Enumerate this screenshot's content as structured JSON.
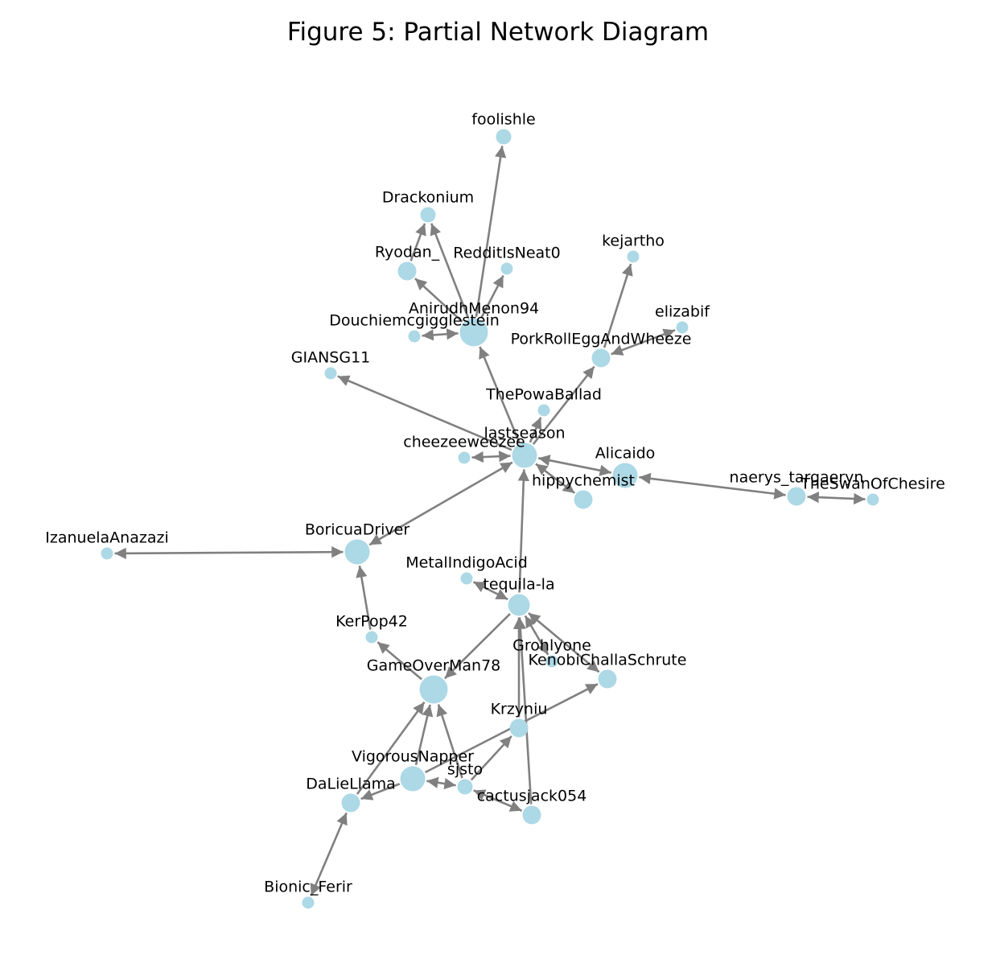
{
  "title": "Figure 5: Partial Network Diagram",
  "colors": {
    "node": "#add8e6",
    "edge": "#808080",
    "background": "#ffffff"
  },
  "nodes": [
    {
      "id": "foolishle",
      "label": "foolishle",
      "weight": 2
    },
    {
      "id": "Drackonium",
      "label": "Drackonium",
      "weight": 2
    },
    {
      "id": "kejartho",
      "label": "kejartho",
      "weight": 1
    },
    {
      "id": "Ryodan_",
      "label": "Ryodan_",
      "weight": 3
    },
    {
      "id": "RedditIsNeat0",
      "label": "RedditIsNeat0",
      "weight": 1
    },
    {
      "id": "AnirudhMenon94",
      "label": "AnirudhMenon94",
      "weight": 6
    },
    {
      "id": "Douchiemcgigglestein",
      "label": "Douchiemcgigglestein",
      "weight": 1
    },
    {
      "id": "elizabif",
      "label": "elizabif",
      "weight": 1
    },
    {
      "id": "PorkRollEggAndWheeze",
      "label": "PorkRollEggAndWheeze",
      "weight": 3
    },
    {
      "id": "GIANSG11",
      "label": "GIANSG11",
      "weight": 1
    },
    {
      "id": "ThePowaBallad",
      "label": "ThePowaBallad",
      "weight": 1
    },
    {
      "id": "lastseason",
      "label": "lastseason",
      "weight": 5
    },
    {
      "id": "cheezeeweezee",
      "label": "cheezeeweezee",
      "weight": 1
    },
    {
      "id": "Alicaido",
      "label": "Alicaido",
      "weight": 5
    },
    {
      "id": "hippychemist",
      "label": "hippychemist",
      "weight": 3
    },
    {
      "id": "naerys_targaeryn",
      "label": "naerys_targaeryn",
      "weight": 3
    },
    {
      "id": "TheSwanOfChesire",
      "label": "TheSwanOfChesire",
      "weight": 1
    },
    {
      "id": "IzanuelaAnazazi",
      "label": "IzanuelaAnazazi",
      "weight": 1
    },
    {
      "id": "BoricuaDriver",
      "label": "BoricuaDriver",
      "weight": 5
    },
    {
      "id": "MetalIndigoAcid",
      "label": "MetalIndigoAcid",
      "weight": 1
    },
    {
      "id": "tequila-la",
      "label": "tequila-la",
      "weight": 4
    },
    {
      "id": "KerPop42",
      "label": "KerPop42",
      "weight": 1
    },
    {
      "id": "Grohlyone",
      "label": "Grohlyone",
      "weight": 1
    },
    {
      "id": "KenobiChallaSchrute",
      "label": "KenobiChallaSchrute",
      "weight": 3
    },
    {
      "id": "GameOverMan78",
      "label": "GameOverMan78",
      "weight": 6
    },
    {
      "id": "Krzyniu",
      "label": "Krzyniu",
      "weight": 3
    },
    {
      "id": "VigorousNapper",
      "label": "VigorousNapper",
      "weight": 5
    },
    {
      "id": "sjsto",
      "label": "sjsto",
      "weight": 2
    },
    {
      "id": "DaLieLlama",
      "label": "DaLieLlama",
      "weight": 3
    },
    {
      "id": "cactusjack054",
      "label": "cactusjack054",
      "weight": 3
    },
    {
      "id": "Bionic_Ferir",
      "label": "Bionic_Ferir",
      "weight": 1
    }
  ],
  "edges": [
    {
      "source": "AnirudhMenon94",
      "target": "foolishle"
    },
    {
      "source": "AnirudhMenon94",
      "target": "Drackonium"
    },
    {
      "source": "Ryodan_",
      "target": "Drackonium"
    },
    {
      "source": "AnirudhMenon94",
      "target": "Ryodan_"
    },
    {
      "source": "AnirudhMenon94",
      "target": "RedditIsNeat0"
    },
    {
      "source": "AnirudhMenon94",
      "target": "Douchiemcgigglestein",
      "bidirectional": true
    },
    {
      "source": "lastseason",
      "target": "AnirudhMenon94"
    },
    {
      "source": "PorkRollEggAndWheeze",
      "target": "kejartho"
    },
    {
      "source": "PorkRollEggAndWheeze",
      "target": "elizabif",
      "bidirectional": true
    },
    {
      "source": "lastseason",
      "target": "PorkRollEggAndWheeze"
    },
    {
      "source": "lastseason",
      "target": "GIANSG11"
    },
    {
      "source": "lastseason",
      "target": "ThePowaBallad"
    },
    {
      "source": "lastseason",
      "target": "cheezeeweezee",
      "bidirectional": true
    },
    {
      "source": "lastseason",
      "target": "Alicaido",
      "bidirectional": true
    },
    {
      "source": "lastseason",
      "target": "hippychemist",
      "bidirectional": true
    },
    {
      "source": "lastseason",
      "target": "BoricuaDriver",
      "bidirectional": true
    },
    {
      "source": "tequila-la",
      "target": "lastseason"
    },
    {
      "source": "naerys_targaeryn",
      "target": "Alicaido",
      "bidirectional": true
    },
    {
      "source": "naerys_targaeryn",
      "target": "TheSwanOfChesire",
      "bidirectional": true
    },
    {
      "source": "BoricuaDriver",
      "target": "IzanuelaAnazazi",
      "bidirectional": true
    },
    {
      "source": "KerPop42",
      "target": "BoricuaDriver"
    },
    {
      "source": "tequila-la",
      "target": "MetalIndigoAcid",
      "bidirectional": true
    },
    {
      "source": "tequila-la",
      "target": "GameOverMan78"
    },
    {
      "source": "tequila-la",
      "target": "Grohlyone",
      "bidirectional": true
    },
    {
      "source": "tequila-la",
      "target": "KenobiChallaSchrute",
      "bidirectional": true
    },
    {
      "source": "Krzyniu",
      "target": "tequila-la"
    },
    {
      "source": "cactusjack054",
      "target": "tequila-la"
    },
    {
      "source": "GameOverMan78",
      "target": "KerPop42"
    },
    {
      "source": "DaLieLlama",
      "target": "GameOverMan78"
    },
    {
      "source": "VigorousNapper",
      "target": "GameOverMan78"
    },
    {
      "source": "sjsto",
      "target": "GameOverMan78"
    },
    {
      "source": "VigorousNapper",
      "target": "KenobiChallaSchrute"
    },
    {
      "source": "sjsto",
      "target": "Krzyniu"
    },
    {
      "source": "VigorousNapper",
      "target": "sjsto",
      "bidirectional": true
    },
    {
      "source": "VigorousNapper",
      "target": "DaLieLlama"
    },
    {
      "source": "sjsto",
      "target": "cactusjack054",
      "bidirectional": true
    },
    {
      "source": "DaLieLlama",
      "target": "Bionic_Ferir",
      "bidirectional": true
    }
  ]
}
